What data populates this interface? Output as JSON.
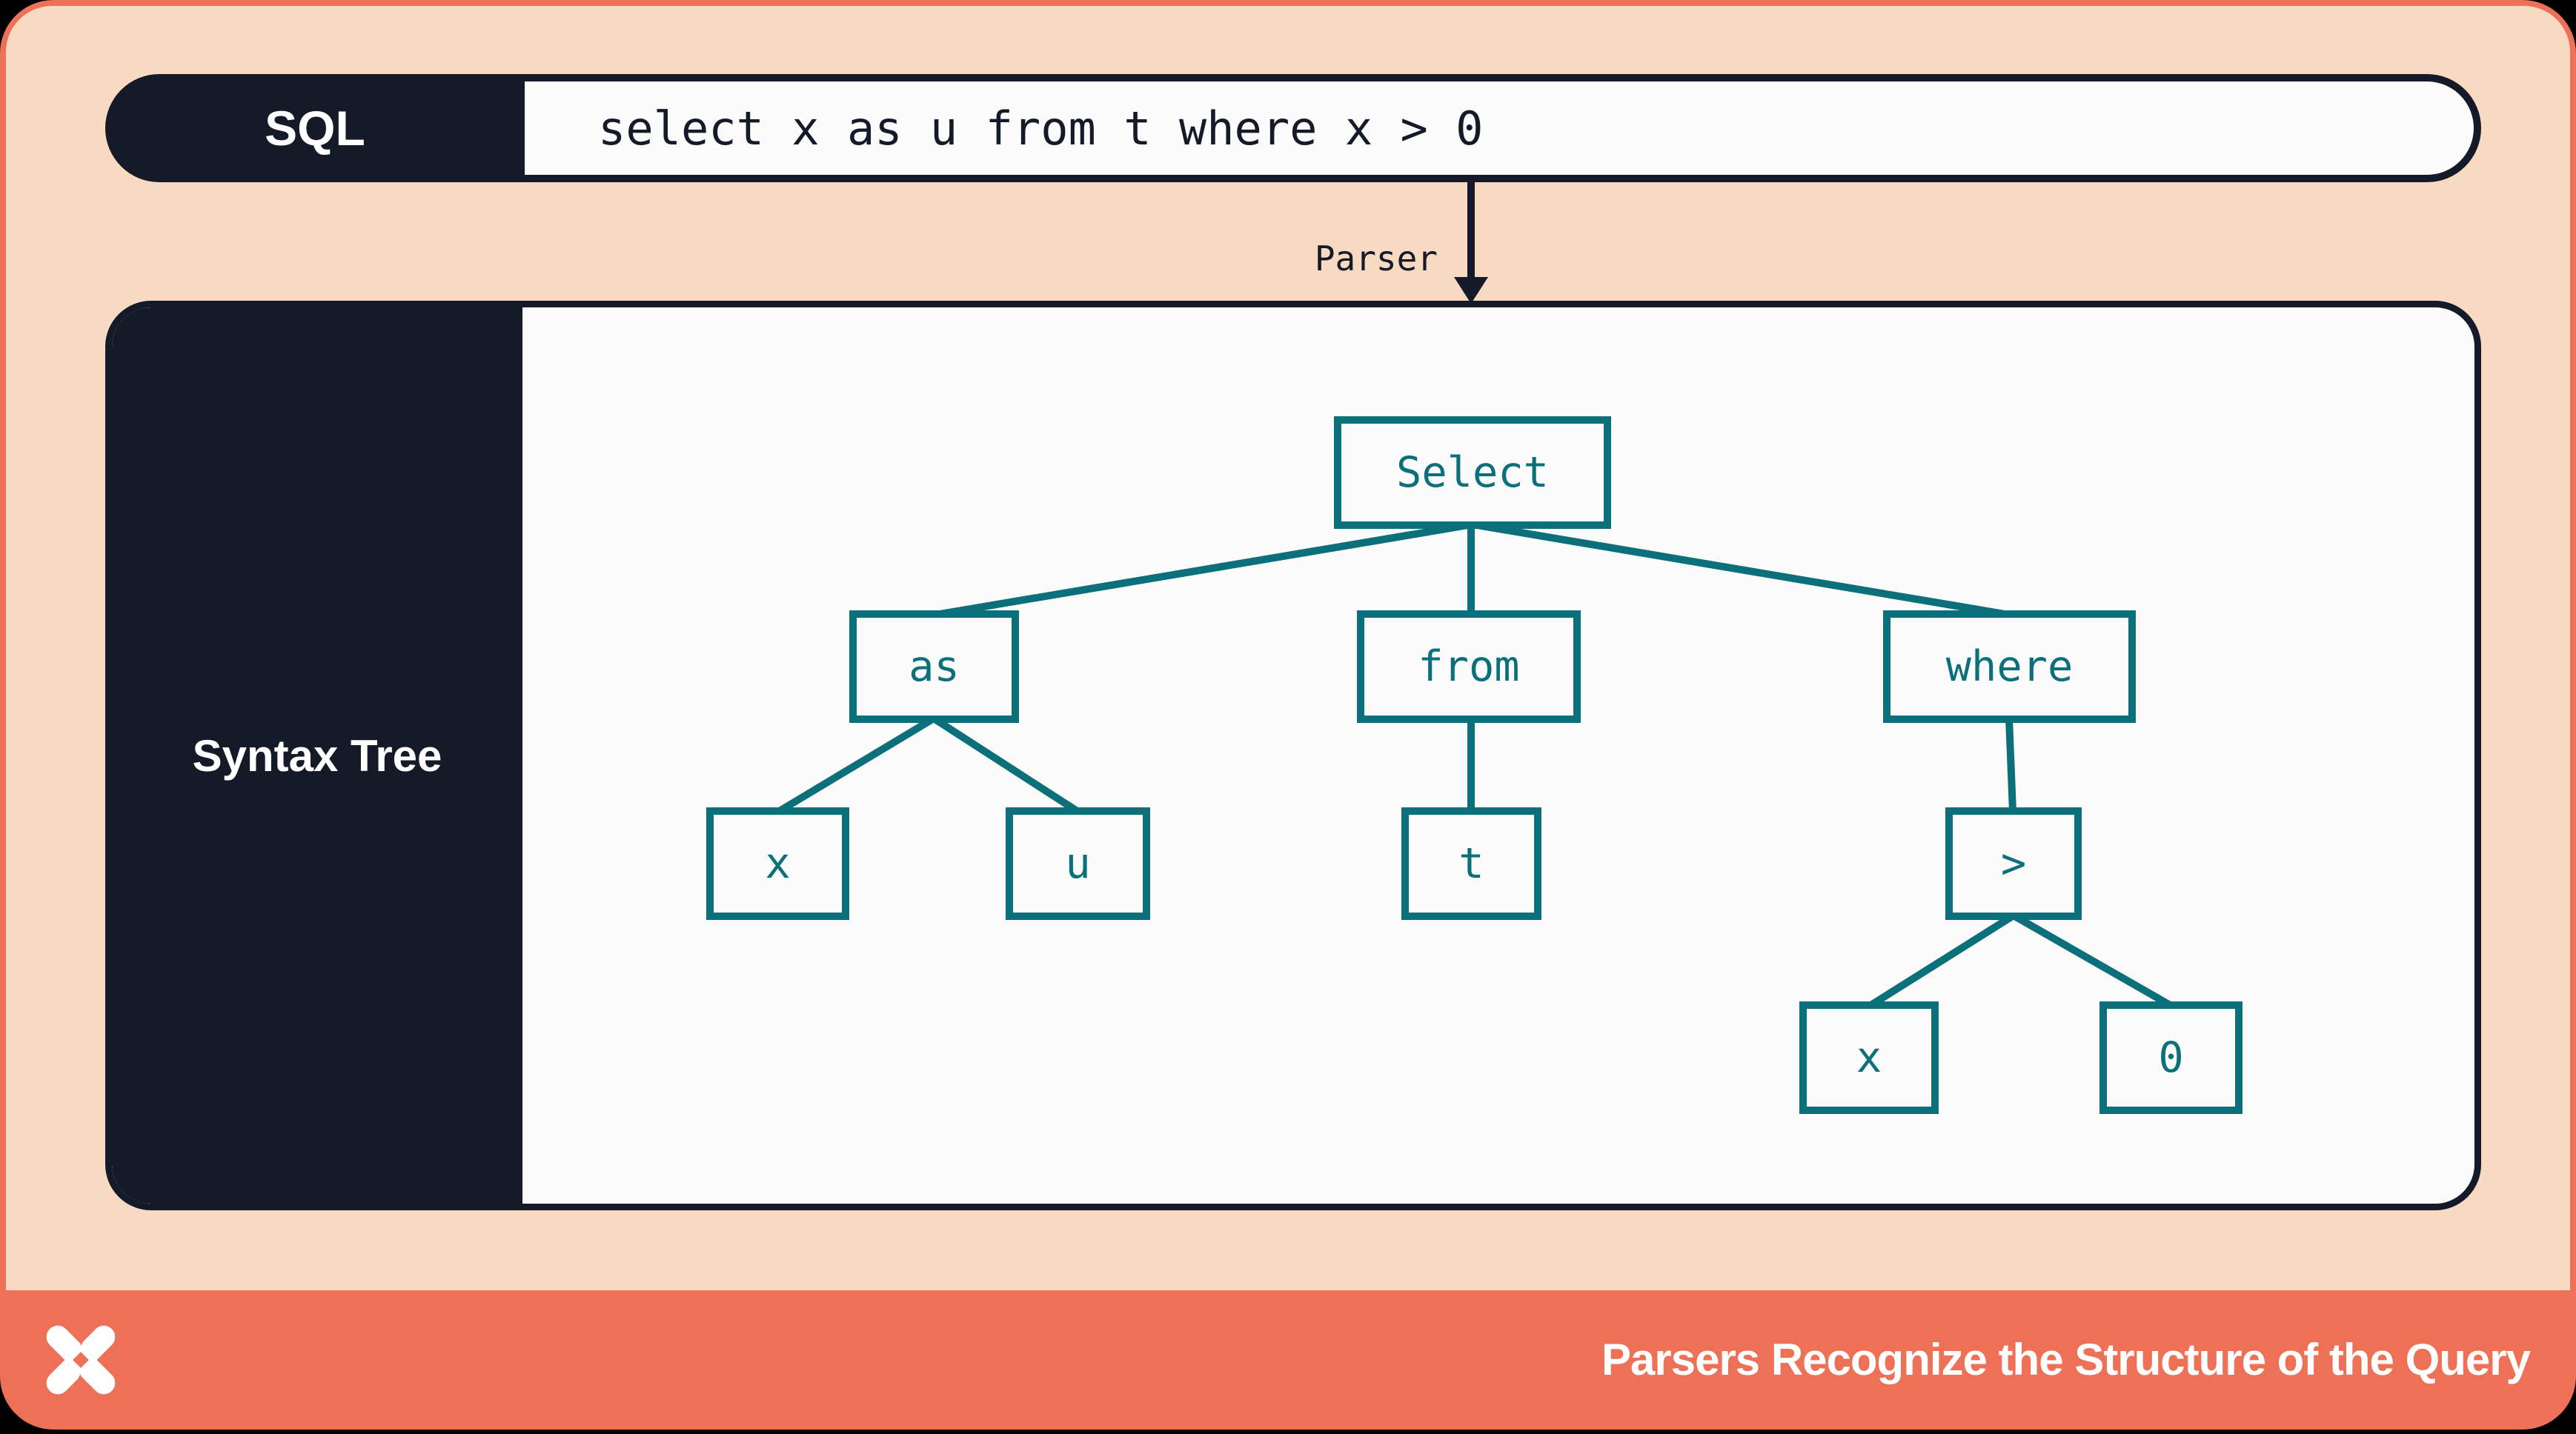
{
  "sql_bar": {
    "label": "SQL",
    "query": "select x as u from t where x > 0"
  },
  "parser": {
    "label": "Parser"
  },
  "tree_panel": {
    "label": "Syntax Tree"
  },
  "tree": {
    "nodes": [
      {
        "id": "select",
        "label": "Select",
        "parent": null
      },
      {
        "id": "as",
        "label": "as",
        "parent": "select"
      },
      {
        "id": "from",
        "label": "from",
        "parent": "select"
      },
      {
        "id": "where",
        "label": "where",
        "parent": "select"
      },
      {
        "id": "x1",
        "label": "x",
        "parent": "as"
      },
      {
        "id": "u",
        "label": "u",
        "parent": "as"
      },
      {
        "id": "t",
        "label": "t",
        "parent": "from"
      },
      {
        "id": "gt",
        "label": ">",
        "parent": "where"
      },
      {
        "id": "x2",
        "label": "x",
        "parent": "gt"
      },
      {
        "id": "zero",
        "label": "0",
        "parent": "gt"
      }
    ]
  },
  "footer": {
    "title": "Parsers Recognize the Structure of the Query",
    "logo_icon": "pinwheel-x-logo"
  },
  "colors": {
    "background": "#000000",
    "orange": "#ed7157",
    "peach": "#f8d9c2",
    "navy": "#151a28",
    "offwhite": "#fbfbfb",
    "teal": "#0b707a"
  }
}
